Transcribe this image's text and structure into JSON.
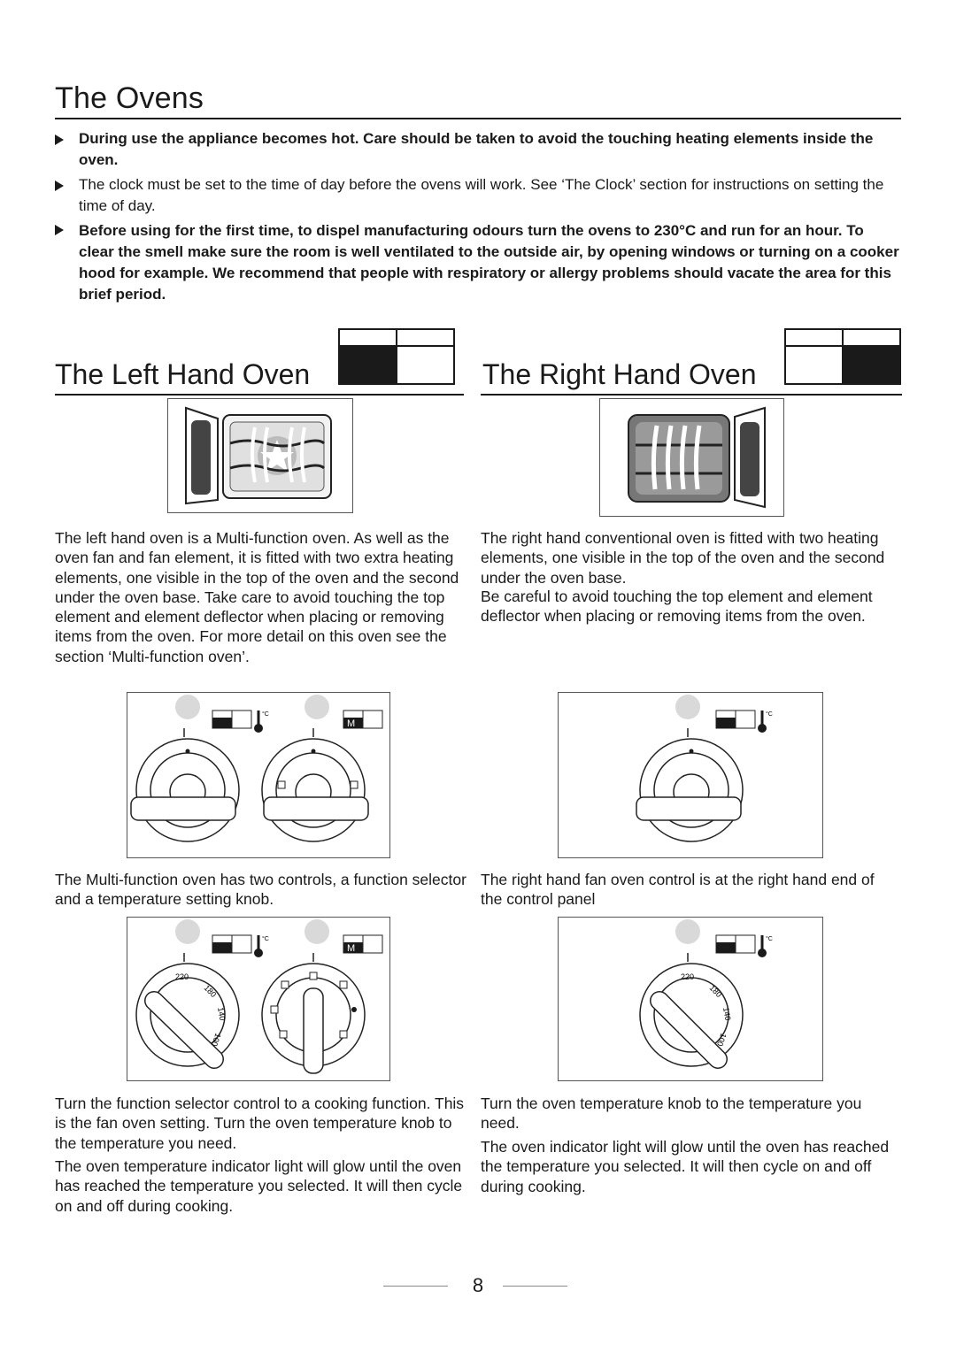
{
  "page": {
    "title": "The Ovens",
    "page_number": "8"
  },
  "intro": {
    "warning": "During use the appliance becomes hot. Care should be taken to avoid the touching heating elements inside the oven.",
    "clock_note": "The clock must be set to the time of day before the ovens will work. See ‘The Clock’ section for instructions on setting the time of day.",
    "first_use": "Before using for the first time, to dispel manufacturing odours turn the ovens to 230°C and run for an hour. To clear the smell make sure the room is well ventilated to the outside air, by opening windows or turning on a cooker hood for example. We recommend that people with respiratory or allergy problems should vacate the area for this brief period."
  },
  "left_oven": {
    "heading": "The Left Hand Oven",
    "description": "The left hand oven is a Multi-function oven. As well as the oven fan and fan element, it is fitted with two extra heating elements, one visible in the top of the oven and the second under the oven base. Take care to avoid touching the top element and element deflector when placing or removing items from the oven. For more detail on this oven see the section ‘Multi-function oven’.",
    "controls_caption": "The Multi-function oven has two controls, a function selector and a temperature setting knob.",
    "turn_caption_1": "Turn the function selector control to a cooking function. This is the fan oven setting. Turn the oven temperature knob to the temperature you need.",
    "turn_caption_2": "The oven temperature indicator light will glow until the oven has reached the temperature you selected. It will then cycle on and off during cooking."
  },
  "right_oven": {
    "heading": "The Right Hand Oven",
    "description_1": "The right hand conventional oven is fitted with two heating elements, one visible in the top of the oven and the second under the oven base.",
    "description_2": "Be careful to avoid touching the top element and element deflector when placing or removing items from the oven.",
    "controls_caption": "The right hand fan oven control is at the right hand end of the control panel",
    "turn_caption_1": "Turn the oven temperature knob to the temperature you need.",
    "turn_caption_2": "The oven indicator light will glow until the oven has reached the temperature you selected. It will then cycle on and off during cooking."
  },
  "dial_labels": {
    "unit": "°C",
    "mode": "M",
    "t220": "220",
    "t180": "180",
    "t140": "140",
    "t100": "100"
  },
  "colors": {
    "text": "#1a1a1a",
    "panel_fill": "#1a1a1a",
    "indicator_light": "#d9d9d9"
  }
}
